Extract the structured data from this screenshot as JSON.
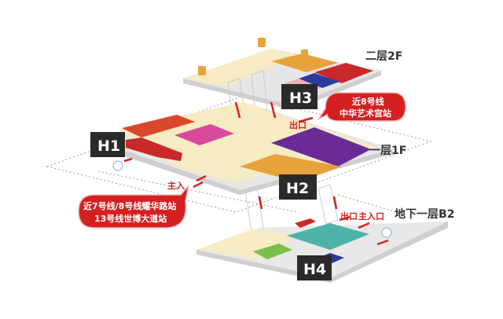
{
  "floors": {
    "f2": "二层2F",
    "f1": "一层1F",
    "b2": "地下一层B2"
  },
  "halls": {
    "h1": "H1",
    "h2": "H2",
    "h3": "H3",
    "h4": "H4"
  },
  "labels": {
    "exit_upper": "出口",
    "main_entrance_left": "主入",
    "exit_lower": "出口",
    "main_entrance_lower": "主入口"
  },
  "callouts": {
    "metro_left_line1": "近7号线/8号线耀华路站",
    "metro_left_line2": "13号线世博大道站",
    "metro_right_line1": "近8号线",
    "metro_right_line2": "中华艺术宫站"
  },
  "colors": {
    "accent": "#d42020",
    "beige": "#f6ebc3",
    "plate": "#e2e2e2",
    "orange": "#e8a23a",
    "red": "#c8282a",
    "purple": "#6a2b96",
    "blue": "#2c3a9a",
    "pink": "#d84a9a",
    "teal": "#4fb2a8",
    "green": "#7cbf4a"
  }
}
